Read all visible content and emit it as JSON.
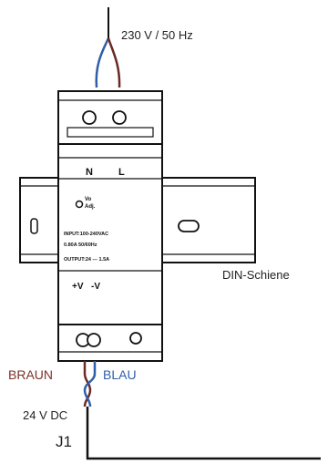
{
  "labels": {
    "supply": "230 V / 50 Hz",
    "rail": "DIN-Schiene",
    "wire_brown": "BRAUN",
    "wire_blue": "BLAU",
    "output_voltage": "24 V DC",
    "connector": "J1"
  },
  "module": {
    "terminal_n": "N",
    "terminal_l": "L",
    "adj_top": "Vo",
    "adj_bottom": "Adj.",
    "spec_input": "INPUT:100-240VAC",
    "spec_current": "0.80A 50/60Hz",
    "spec_output": "OUTPUT:24 --- 1.5A",
    "plus_v": "+V",
    "minus_v": "-V"
  },
  "colors": {
    "brown_wire": "#6b2a22",
    "blue_wire": "#2f5fa8",
    "brown_text": "#7a3328",
    "blue_text": "#2f5fa8",
    "outline": "#111111"
  }
}
